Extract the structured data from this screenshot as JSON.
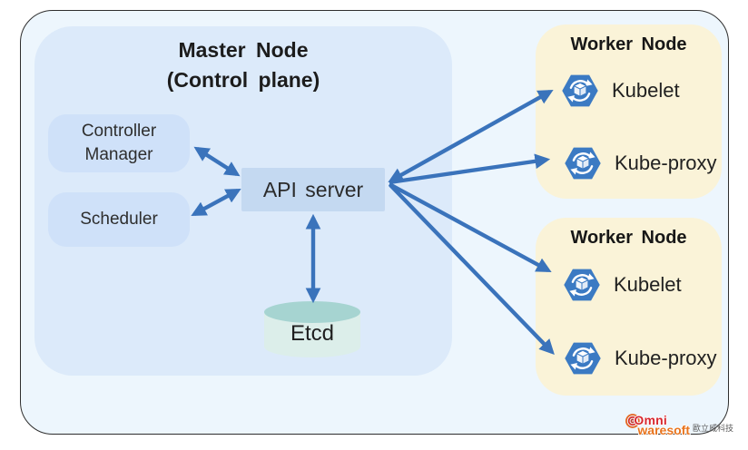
{
  "colors": {
    "canvas_inner_bg": "#edf6fd",
    "master_panel_bg": "#dceafa",
    "component_box_bg": "#cfe1f9",
    "api_server_bg": "#c4d9f1",
    "worker_panel_bg": "#faf3d8",
    "arrow_blue": "#3a73bb",
    "hexagon_blue": "#3b7ac3",
    "etcd_top": "#a6d4d1",
    "etcd_body": "#dceeea",
    "logo_red": "#d7282f",
    "logo_orange": "#e8741e"
  },
  "master": {
    "title_line1": "Master Node",
    "title_line2": "(Control plane)",
    "controller_manager_line1": "Controller",
    "controller_manager_line2": "Manager",
    "scheduler_label": "Scheduler",
    "api_server_label": "API server",
    "etcd_label": "Etcd"
  },
  "workers": [
    {
      "title": "Worker Node",
      "items": [
        {
          "label": "Kubelet"
        },
        {
          "label": "Kube-proxy"
        }
      ]
    },
    {
      "title": "Worker Node",
      "items": [
        {
          "label": "Kubelet"
        },
        {
          "label": "Kube-proxy"
        }
      ]
    }
  ],
  "logo": {
    "brand_line1": "Omni",
    "brand_line2": "waresoft",
    "company_name": "歐立威科技"
  }
}
